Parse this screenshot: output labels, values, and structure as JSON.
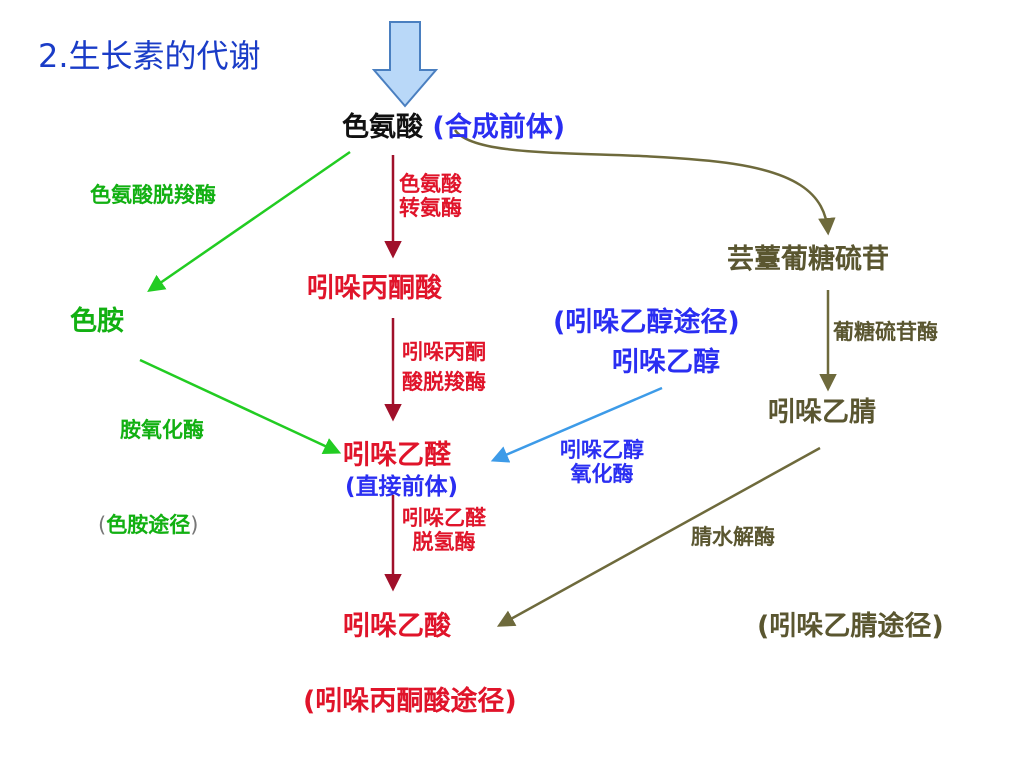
{
  "title": "2.生长素的代谢",
  "nodes": {
    "tryptophan": "色氨酸",
    "tryptophan_note": "(合成前体)",
    "ipa": "吲哚丙酮酸",
    "tryptamine": "色胺",
    "glucobrassicin": "芸薹葡糖硫苷",
    "indole_ethanol_path": "(吲哚乙醇途径)",
    "indole_ethanol": "吲哚乙醇",
    "ian": "吲哚乙腈",
    "iaald": "吲哚乙醛",
    "iaald_note": "(直接前体)",
    "iaa": "吲哚乙酸"
  },
  "enzymes": {
    "trp_decarboxylase": "色氨酸脱羧酶",
    "trp_aminotransferase_1": "色氨酸",
    "trp_aminotransferase_2": "转氨酶",
    "ipa_decarboxylase_1": "吲哚丙酮",
    "ipa_decarboxylase_2": "酸脱羧酶",
    "amine_oxidase": "胺氧化酶",
    "glucosidase": "葡糖硫苷酶",
    "ethanol_oxidase_1": "吲哚乙醇",
    "ethanol_oxidase_2": "氧化酶",
    "iaald_dehydrogenase_1": "吲哚乙醛",
    "iaald_dehydrogenase_2": "脱氢酶",
    "nitrilase": "腈水解酶"
  },
  "pathways": {
    "tryptamine_path_open": "(",
    "tryptamine_path": "色胺途径",
    "tryptamine_path_close": ")",
    "ian_path": "(吲哚乙腈途径)",
    "ipa_path": "(吲哚丙酮酸途径)"
  },
  "colors": {
    "red": "#e0142a",
    "green": "#12b012",
    "blue": "#2a2ef2",
    "olive": "#5a5630",
    "title_blue": "#1a3cc7",
    "arrow_red": "#a0102a",
    "arrow_green": "#22cc22",
    "arrow_blue": "#3d9be8",
    "arrow_olive": "#6e6a3c",
    "input_arrow_fill": "#b9d8f8",
    "input_arrow_stroke": "#4a7fc0"
  }
}
